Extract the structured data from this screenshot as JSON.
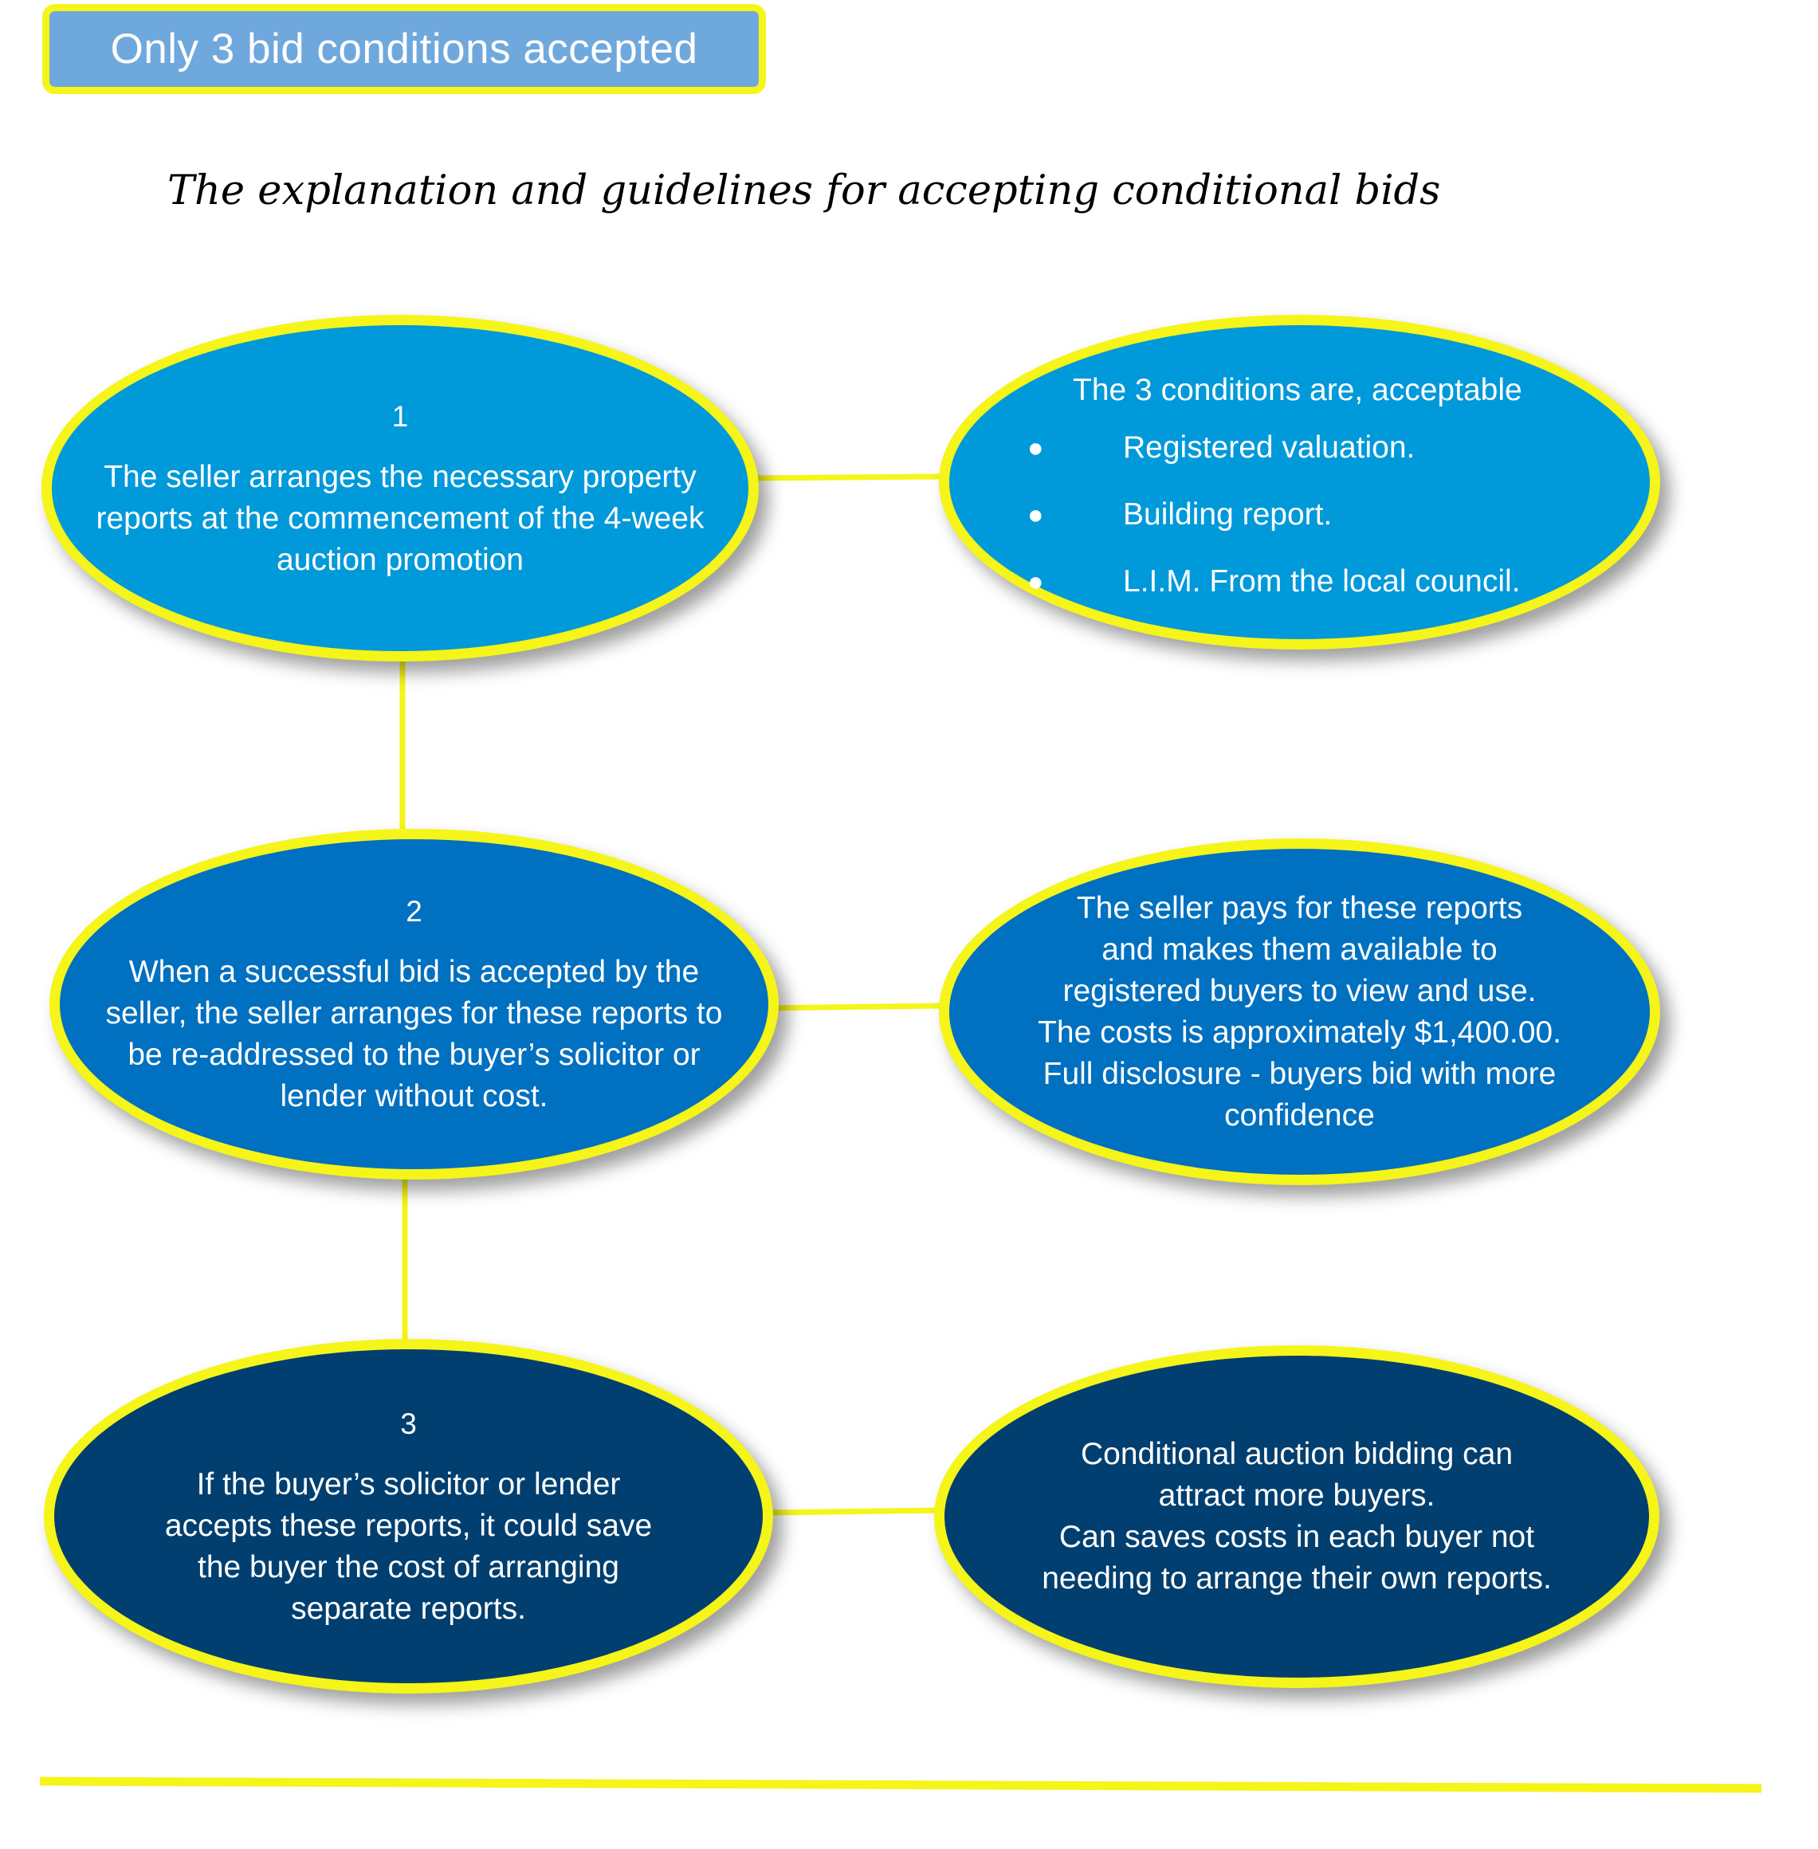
{
  "title_box": {
    "label": "Only 3 bid conditions accepted"
  },
  "subtitle": "The explanation and guidelines for accepting conditional bids",
  "steps": [
    {
      "number": "1",
      "text": "The seller arranges  the necessary property\nreports at the commencement of the 4-week\nauction promotion"
    },
    {
      "number": "2",
      "text": "When a successful bid is accepted by the\nseller, the seller arranges for these reports to\nbe re-addressed to the buyer’s solicitor or\nlender without cost."
    },
    {
      "number": "3",
      "text": "If the buyer’s solicitor or lender\naccepts these reports, it could save\nthe buyer the cost of arranging\nseparate reports."
    }
  ],
  "conditions": {
    "heading": "The 3 conditions are, acceptable",
    "items": [
      "Registered valuation.",
      "Building report.",
      "L.I.M.  From the local council."
    ]
  },
  "notes": [
    {
      "text": "The seller pays for these reports\nand makes them available to\nregistered buyers to view and use.\nThe costs is approximately $1,400.00.\nFull disclosure - buyers bid with more\nconfidence"
    },
    {
      "text": "Conditional auction bidding can\nattract more buyers.\nCan saves costs in each buyer not\nneeding to arrange their own reports."
    }
  ],
  "colors": {
    "accent_yellow": "#f5f519",
    "title_fill": "#6fa8dc",
    "row1_fill": "#0099d9",
    "row2_fill": "#0070c0",
    "row3_fill": "#003f6f"
  }
}
